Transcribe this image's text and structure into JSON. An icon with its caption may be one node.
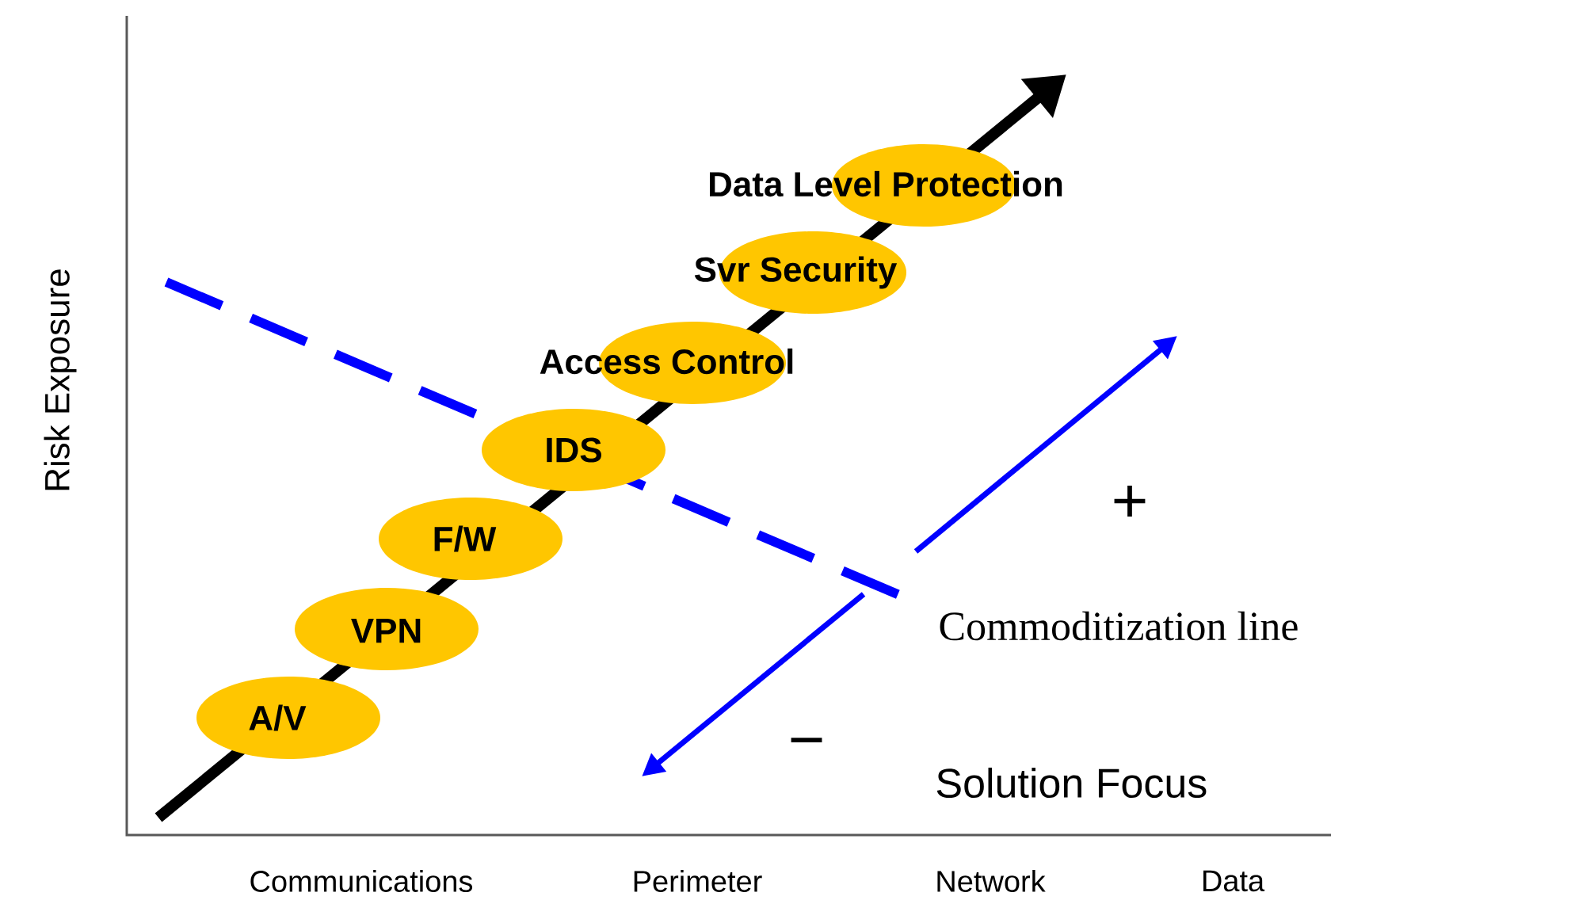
{
  "diagram": {
    "nodes": [
      {
        "text": [
          "A/V"
        ]
      },
      {
        "text": [
          "VPN"
        ]
      },
      {
        "text": [
          "F/W"
        ]
      },
      {
        "text": [
          "IDS"
        ]
      },
      {
        "text": [
          "Access Control"
        ]
      },
      {
        "text": [
          "Svr  Security"
        ]
      },
      {
        "text": [
          "Data Level Protection"
        ]
      }
    ],
    "labels": [
      "Risk Exposure",
      "+",
      "−",
      "Commoditization line",
      "Solution Focus",
      "Communications",
      "Perimeter",
      "Network",
      "Data"
    ]
  }
}
